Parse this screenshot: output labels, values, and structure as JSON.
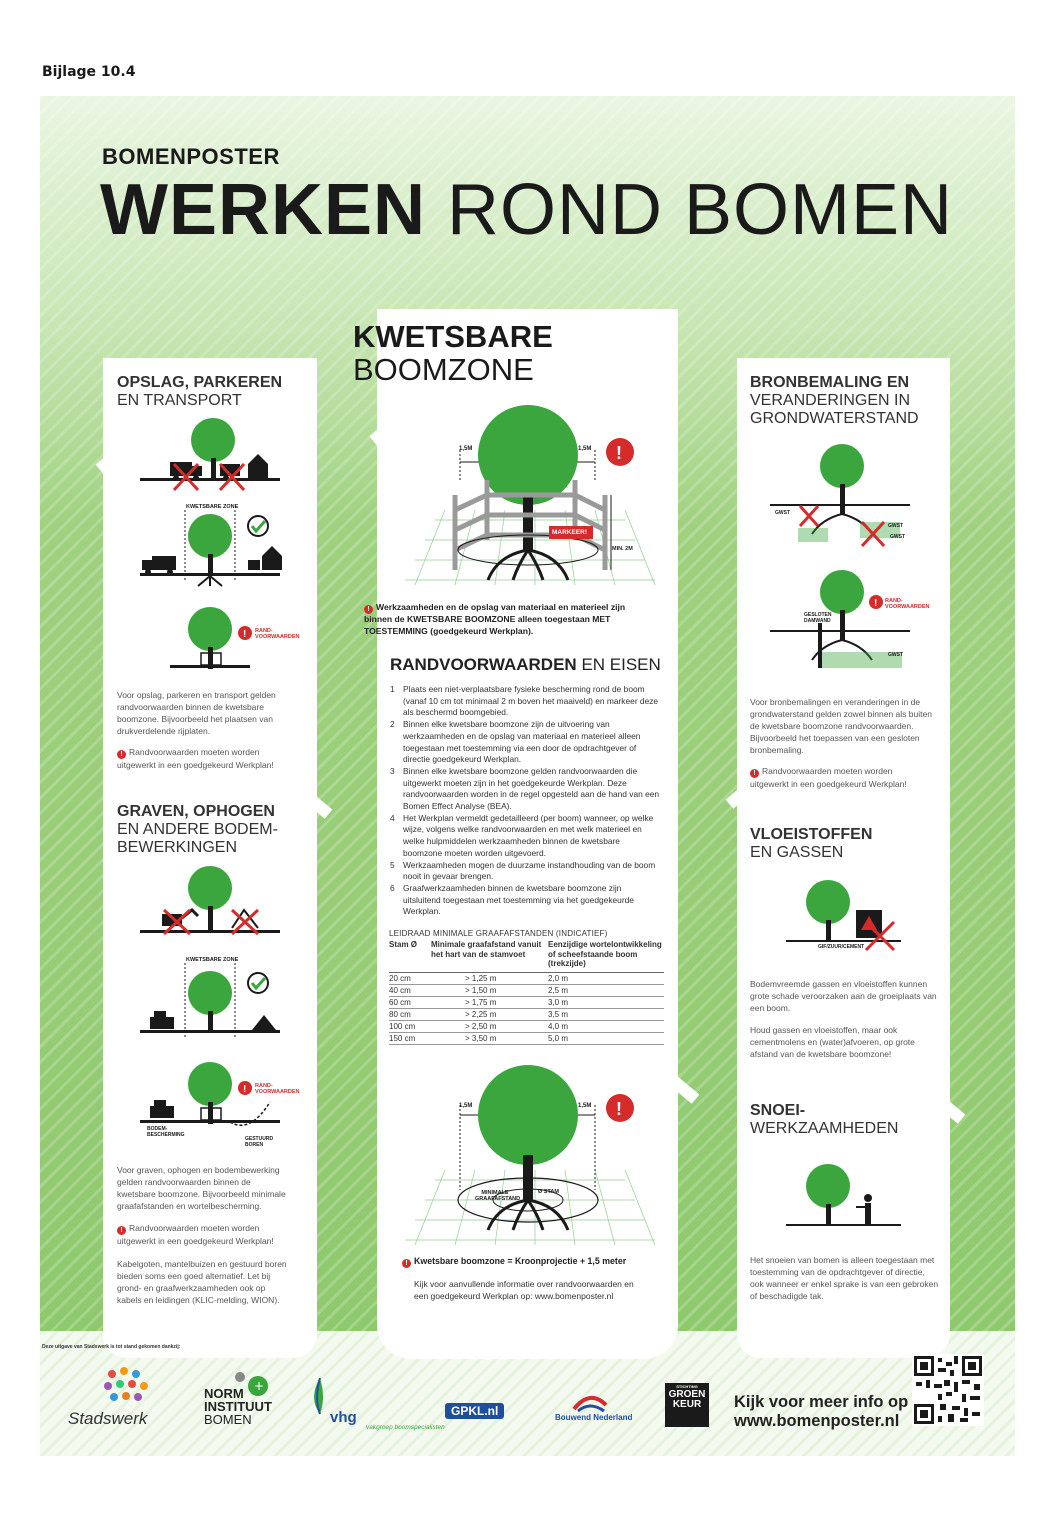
{
  "annex_label": "Bijlage 10.4",
  "poster": {
    "kicker": "BOMENPOSTER",
    "title_bold": "WERKEN",
    "title_rest": "ROND BOMEN"
  },
  "left": {
    "s1_title_bold": "OPSLAG, PARKEREN",
    "s1_title_rest": "EN TRANSPORT",
    "kwetsbare_zone_label": "KWETSBARE ZONE",
    "randvoorwaarden_tag": "RAND-VOORWAARDEN",
    "s1_body": "Voor opslag, parkeren en transport gelden randvoorwaarden binnen de kwetsbare boomzone. Bijvoorbeeld het plaatsen van drukverdelende rijplaten.",
    "s1_warn": "Randvoorwaarden moeten worden uitgewerkt in een goedgekeurd Werkplan!",
    "s2_title_bold": "GRAVEN, OPHOGEN",
    "s2_title_rest1": "EN ANDERE BODEM-",
    "s2_title_rest2": "BEWERKINGEN",
    "bodembescherming_label": "BODEM-BESCHERMING",
    "gestuurd_boren_label": "GESTUURD BOREN",
    "s2_body": "Voor graven, ophogen en bodembewerking gelden randvoorwaarden binnen de kwetsbare boomzone. Bijvoorbeeld minimale graafafstanden en wortelbescherming.",
    "s2_warn": "Randvoorwaarden moeten worden uitgewerkt in een goedgekeurd Werkplan!",
    "s2_extra": "Kabelgoten, mantelbuizen en gestuurd boren bieden soms een goed alternatief. Let bij grond- en graafwerkzaamheden ook op kabels en leidingen (KLIC-melding, WION)."
  },
  "middle": {
    "title_bold": "KWETSBARE",
    "title_rest": "BOOMZONE",
    "dim_15m": "1,5M",
    "markeer_tag": "MARKEER!",
    "min_2m": "MIN. 2M",
    "warn_text": "Werkzaamheden en de opslag van materiaal en materieel zijn binnen de KWETSBARE BOOMZONE alleen toegestaan MET TOESTEMMING (goedgekeurd Werkplan).",
    "rand_bold": "RANDVOORWAARDEN",
    "rand_rest": "EN EISEN",
    "list": [
      {
        "n": "1",
        "t": "Plaats een niet-verplaatsbare fysieke bescherming rond de boom (vanaf 10 cm tot minimaal 2 m boven het maaiveld) en markeer deze als beschermd boomgebied."
      },
      {
        "n": "2",
        "t": "Binnen elke kwetsbare boomzone zijn de uitvoering van werkzaamheden en de opslag van materiaal en materieel alleen toegestaan met toestemming via een door de opdrachtgever of directie goedgekeurd Werkplan."
      },
      {
        "n": "3",
        "t": "Binnen elke kwetsbare boomzone gelden randvoorwaarden die uitgewerkt moeten zijn in het goedgekeurde Werkplan. Deze randvoorwaarden worden in de regel opgesteld aan de hand van een Bomen Effect Analyse (BEA)."
      },
      {
        "n": "4",
        "t": "Het Werkplan vermeldt gedetailleerd (per boom) wanneer, op welke wijze, volgens welke randvoorwaarden en met welk materieel en welke hulpmiddelen werkzaamheden binnen de kwetsbare boomzone moeten worden uitgevoerd."
      },
      {
        "n": "5",
        "t": "Werkzaamheden mogen de duurzame instandhouding van de boom nooit in gevaar brengen."
      },
      {
        "n": "6",
        "t": "Graafwerkzaamheden binnen de kwetsbare boomzone zijn uitsluitend toegestaan met toestemming via het goedgekeurde Werkplan."
      }
    ],
    "table_title": "LEIDRAAD MINIMALE GRAAFAFSTANDEN (INDICATIEF)",
    "table_headers": [
      "Stam Ø",
      "Minimale graafafstand vanuit het hart van de stamvoet",
      "Eenzijdige wortelontwikkeling of scheefstaande boom (trekzijde)"
    ],
    "table_rows": [
      [
        "20 cm",
        "> 1,25 m",
        "2,0 m"
      ],
      [
        "40 cm",
        "> 1,50 m",
        "2,5 m"
      ],
      [
        "60 cm",
        "> 1,75 m",
        "3,0 m"
      ],
      [
        "80 cm",
        "> 2,25 m",
        "3,5 m"
      ],
      [
        "100 cm",
        "> 2,50 m",
        "4,0 m"
      ],
      [
        "150 cm",
        "> 3,50 m",
        "5,0 m"
      ]
    ],
    "min_graafafstand_label": "MINIMALE GRAAFAFSTAND",
    "stam_label": "Ø STAM",
    "kz_formula": "Kwetsbare boomzone = Kroonprojectie + 1,5 meter",
    "kijk_text": "Kijk voor aanvullende informatie over randvoorwaarden en een goedgekeurd Werkplan op: www.bomenposter.nl"
  },
  "right": {
    "s1_title_bold": "BRONBEMALING EN",
    "s1_title_rest1": "VERANDERINGEN IN",
    "s1_title_rest2": "GRONDWATERSTAND",
    "gwst_label": "GWST",
    "gesloten_damwand_label": "GESLOTEN DAMWAND",
    "s1_body": "Voor bronbemalingen en veranderingen in de grondwaterstand gelden zowel binnen als buiten de kwetsbare boomzone randvoorwaarden. Bijvoorbeeld het toepassen van een gesloten bronbemaling.",
    "s1_warn": "Randvoorwaarden moeten worden uitgewerkt in een goedgekeurd Werkplan!",
    "s2_title_bold": "VLOEISTOFFEN",
    "s2_title_rest": "EN GASSEN",
    "gif_label": "GIF/ZUUR/CEMENT",
    "s2_body1": "Bodemvreemde gassen en vloeistoffen kunnen grote schade veroorzaken aan de groeiplaats van een boom.",
    "s2_body2": "Houd gassen en vloeistoffen, maar ook cementmolens en (water)afvoeren, op grote afstand van de kwetsbare boomzone!",
    "s3_title_bold": "SNOEI-",
    "s3_title_rest": "WERKZAAMHEDEN",
    "s3_body": "Het snoeien van bomen is alleen toegestaan met toestemming van de opdrachtgever of directie, ook wanneer er enkel sprake is van een gebroken of beschadigde tak."
  },
  "footer": {
    "thanks": "Deze uitgave van Stadswerk is tot stand gekomen dankzij:",
    "logos": {
      "stadswerk": "Stadswerk",
      "norm1": "NORM",
      "norm2": "INSTITUUT",
      "norm3": "BOMEN",
      "vhg": "vhg",
      "vhg_sub": "vakgroep boomspecialisten",
      "gpkl": "GPKL.nl",
      "bouwend": "Bouwend Nederland",
      "groenkeur_small": "STICHTING",
      "groenkeur1": "GROEN",
      "groenkeur2": "KEUR"
    },
    "cta_line1": "Kijk voor meer info op",
    "cta_line2": "www.bomenposter.nl"
  },
  "colors": {
    "tree": "#3aa63d",
    "poster_bg": "#9fd17f",
    "alert": "#d62b2b",
    "ink": "#1a1a1a"
  },
  "icons": [
    "tree-icon",
    "cross-icon",
    "check-icon",
    "alert-icon",
    "truck-icon",
    "car-icon",
    "house-icon",
    "excavator-icon",
    "worker-icon",
    "qr-code-icon"
  ]
}
